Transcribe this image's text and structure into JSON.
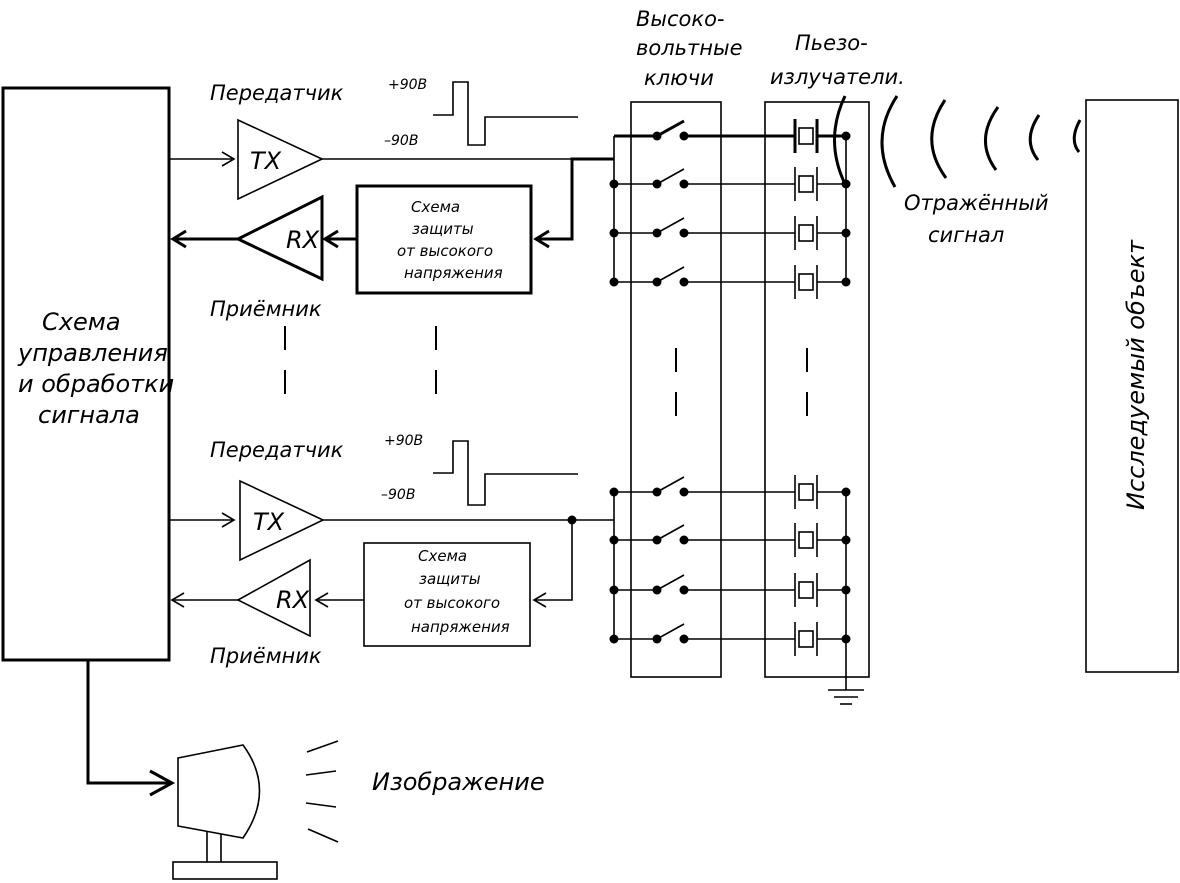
{
  "control_block": {
    "line1": "Схема",
    "line2": "управления",
    "line3": "и обработки",
    "line4": "сигнала"
  },
  "channel_top": {
    "transmitter_label": "Передатчик",
    "receiver_label": "Приёмник",
    "tx_text": "TX",
    "rx_text": "RX",
    "plus_voltage": "+90В",
    "minus_voltage": "–90В",
    "protection_line1": "Схема",
    "protection_line2": "защиты",
    "protection_line3": "от высокого",
    "protection_line4": "напряжения"
  },
  "channel_bottom": {
    "transmitter_label": "Передатчик",
    "receiver_label": "Приёмник",
    "tx_text": "TX",
    "rx_text": "RX",
    "plus_voltage": "+90В",
    "minus_voltage": "–90В",
    "protection_line1": "Схема",
    "protection_line2": "защиты",
    "protection_line3": "от высокого",
    "protection_line4": "напряжения"
  },
  "switches_header": {
    "line1": "Высоко-",
    "line2": "вольтные",
    "line3": "ключи"
  },
  "piezo_header": {
    "line1": "Пьезо-",
    "line2": "излучатели."
  },
  "reflected_signal": {
    "line1": "Отражённый",
    "line2": "сигнал"
  },
  "object_label": "Исследуемый объект",
  "display_label": "Изображение"
}
